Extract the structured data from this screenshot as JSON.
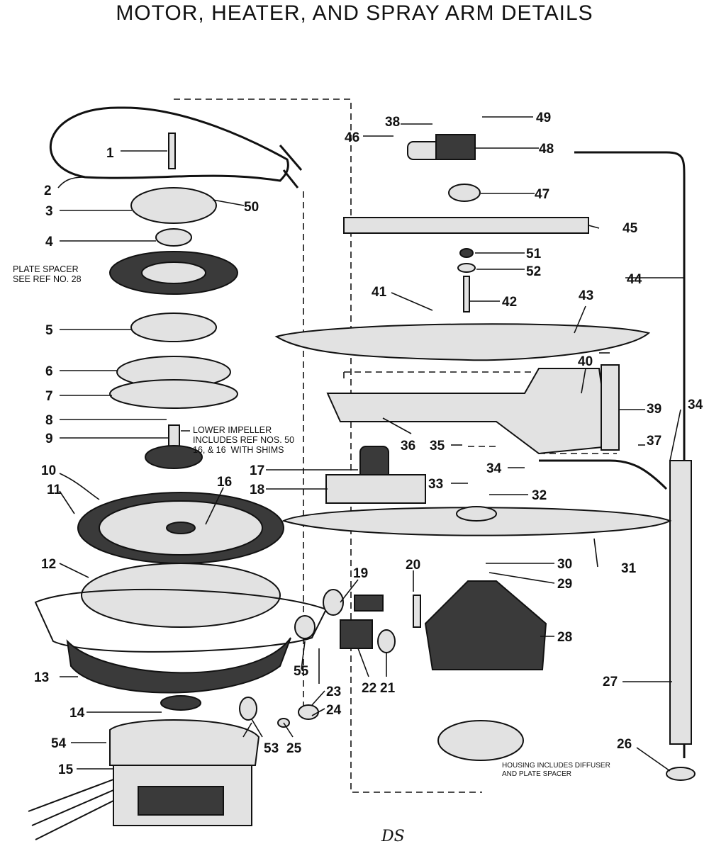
{
  "title": "MOTOR, HEATER, AND SPRAY ARM DETAILS",
  "notes": {
    "plate_spacer": "PLATE SPACER\nSEE REF NO. 28",
    "lower_impeller": "LOWER IMPELLER\nINCLUDES REF NOS. 50\n16, & 16  WITH SHIMS",
    "housing": "HOUSING INCLUDES DIFFUSER\nAND PLATE SPACER"
  },
  "corner_mark": "DS",
  "callouts": [
    "1",
    "2",
    "3",
    "4",
    "5",
    "6",
    "7",
    "8",
    "9",
    "10",
    "11",
    "12",
    "13",
    "14",
    "15",
    "16",
    "17",
    "18",
    "19",
    "20",
    "21",
    "22",
    "23",
    "24",
    "25",
    "26",
    "27",
    "28",
    "29",
    "30",
    "31",
    "32",
    "33",
    "34",
    "34",
    "35",
    "36",
    "37",
    "38",
    "39",
    "40",
    "41",
    "42",
    "43",
    "44",
    "45",
    "46",
    "47",
    "48",
    "49",
    "50",
    "51",
    "52",
    "53",
    "54",
    "55"
  ]
}
